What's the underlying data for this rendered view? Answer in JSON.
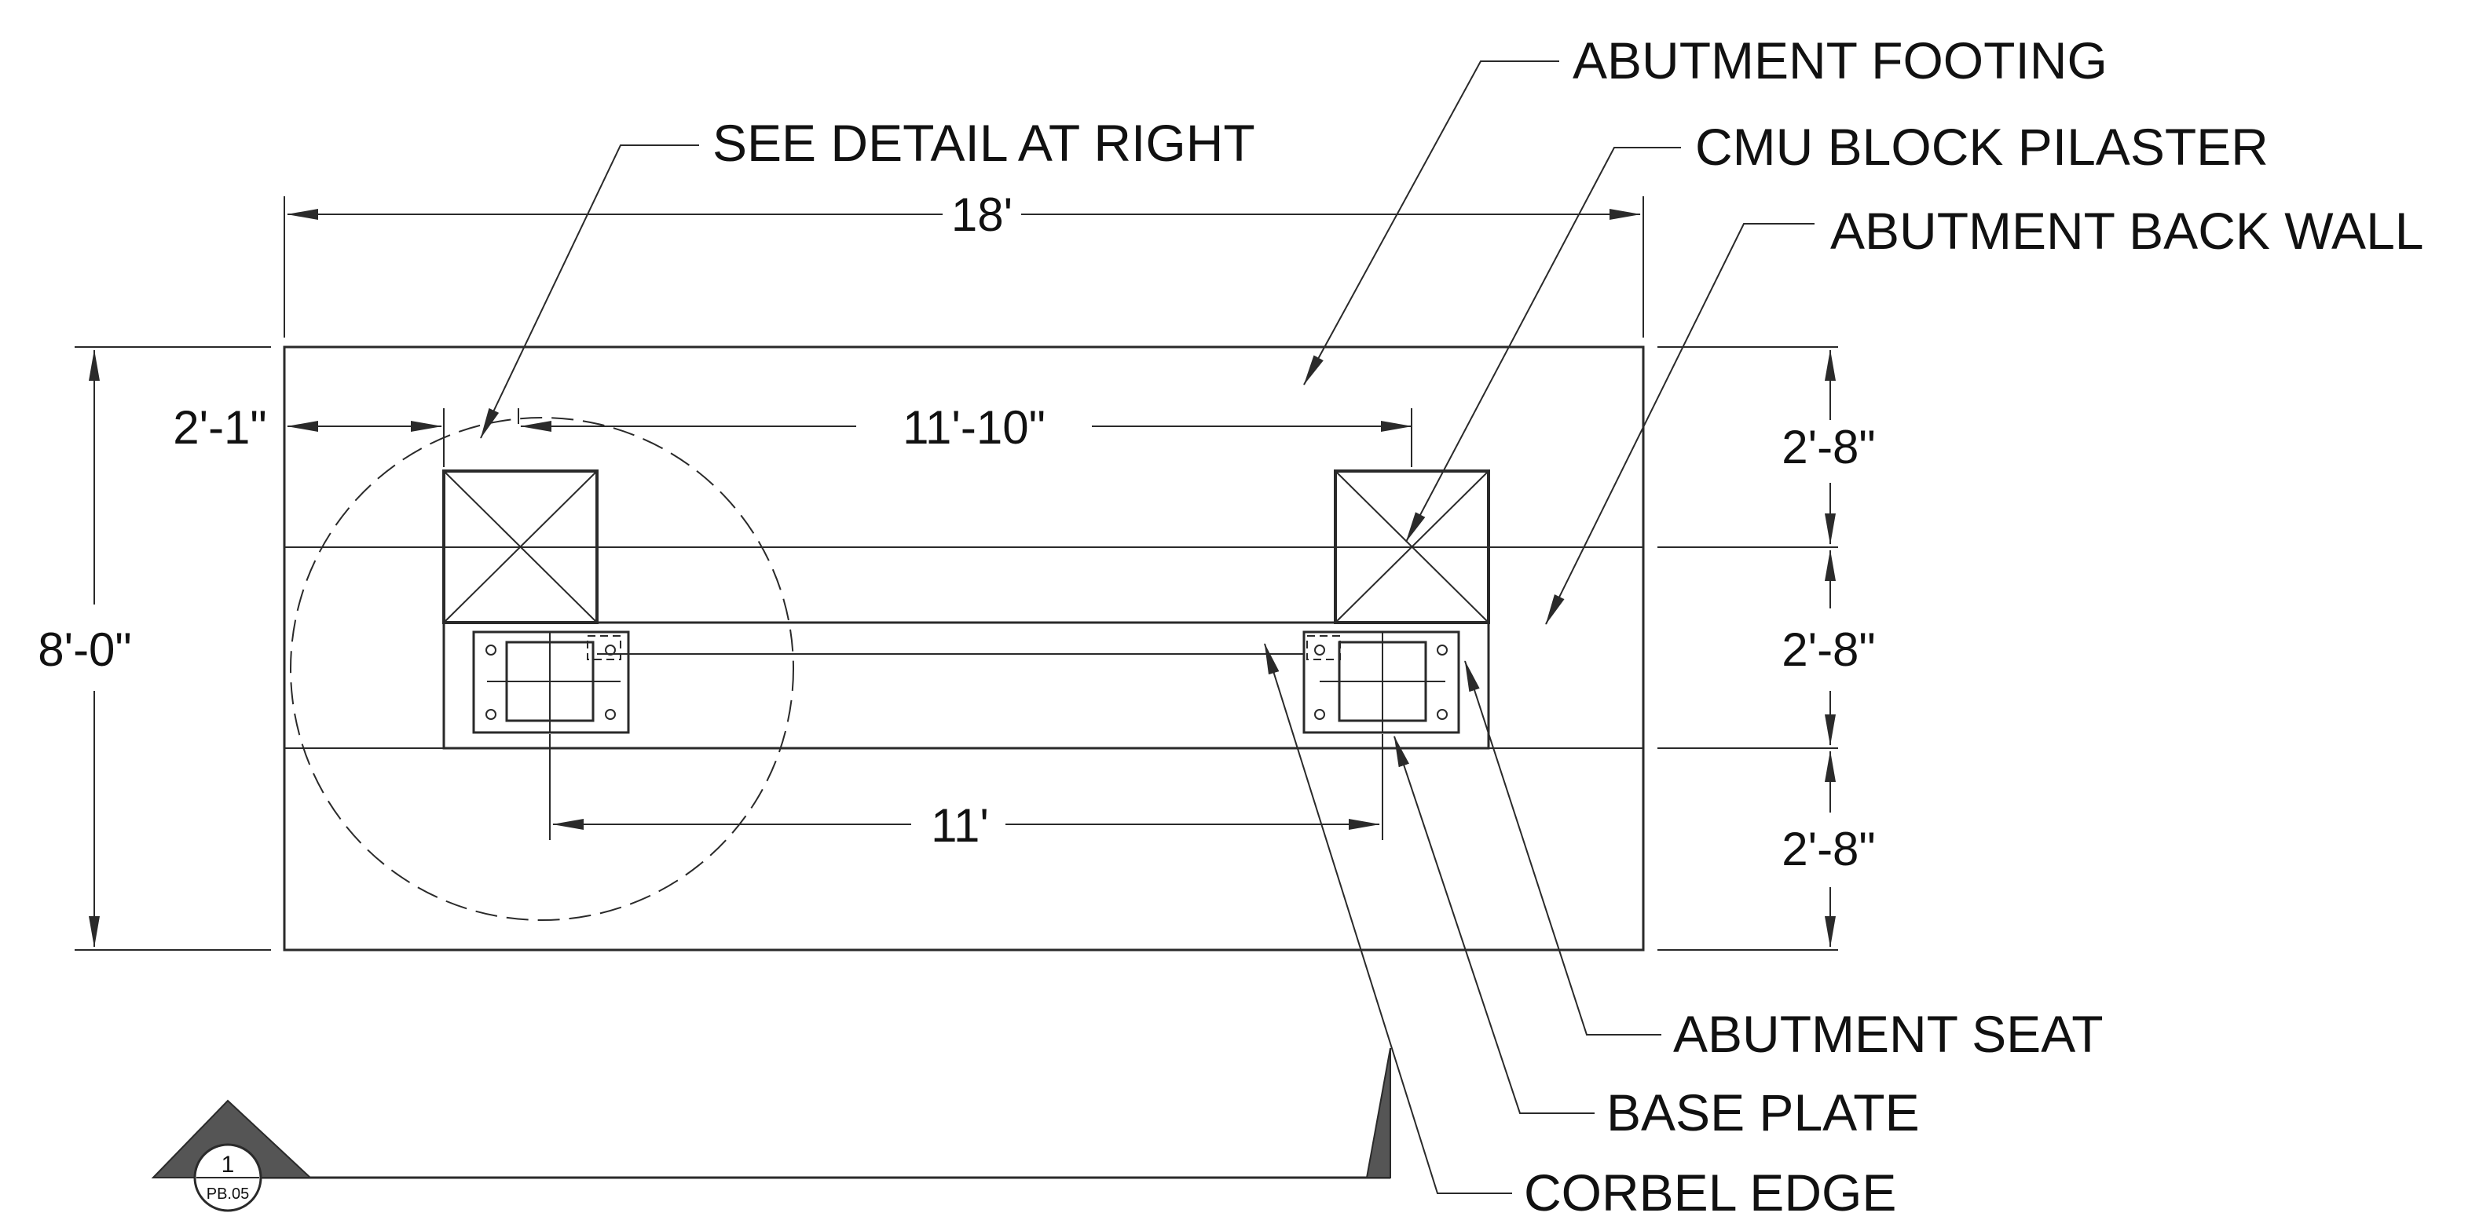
{
  "callouts": {
    "abutment_footing": "ABUTMENT FOOTING",
    "see_detail": "SEE DETAIL AT RIGHT",
    "cmu_block_pilaster": "CMU BLOCK PILASTER",
    "abutment_back_wall": "ABUTMENT BACK WALL",
    "abutment_seat": "ABUTMENT SEAT",
    "base_plate": "BASE PLATE",
    "corbel_edge": "CORBEL EDGE"
  },
  "dimensions": {
    "overall_width": "18'",
    "overall_height": "8'-0\"",
    "left_offset": "2'-1\"",
    "pilaster_spacing": "11'-10\"",
    "plate_spacing": "11'",
    "row_1": "2'-8\"",
    "row_2": "2'-8\"",
    "row_3": "2'-8\""
  },
  "section_marker": {
    "number": "1",
    "sheet": "PB.05"
  },
  "colors": {
    "line": "#2a2a2a",
    "text": "#111111",
    "marker_fill": "#555555"
  }
}
